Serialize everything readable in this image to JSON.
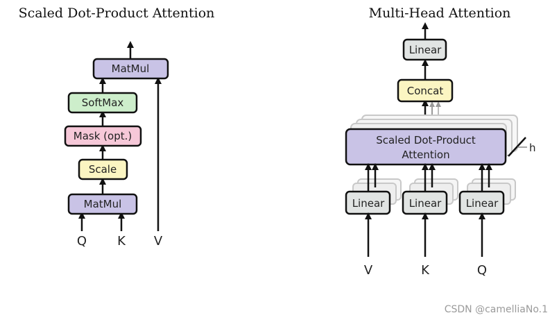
{
  "left_diagram": {
    "title": "Scaled Dot-Product Attention",
    "blocks": {
      "matmul_top": "MatMul",
      "softmax": "SoftMax",
      "mask": "Mask (opt.)",
      "scale": "Scale",
      "matmul_bottom": "MatMul"
    },
    "inputs": [
      "Q",
      "K",
      "V"
    ]
  },
  "right_diagram": {
    "title": "Multi-Head Attention",
    "blocks": {
      "linear_out": "Linear",
      "concat": "Concat",
      "sdpa_line1": "Scaled Dot-Product",
      "sdpa_line2": "Attention",
      "linear_v": "Linear",
      "linear_k": "Linear",
      "linear_q": "Linear"
    },
    "heads_label": "h",
    "inputs": [
      "V",
      "K",
      "Q"
    ]
  },
  "colors": {
    "matmul": "#c9c3e6",
    "softmax": "#cdeecb",
    "mask": "#f6c8d8",
    "scale": "#fbf5c2",
    "linear": "#e1e4e3",
    "concat": "#fbf5c2",
    "attention": "#c9c3e6"
  },
  "watermark": "CSDN @camelliaNo.1"
}
